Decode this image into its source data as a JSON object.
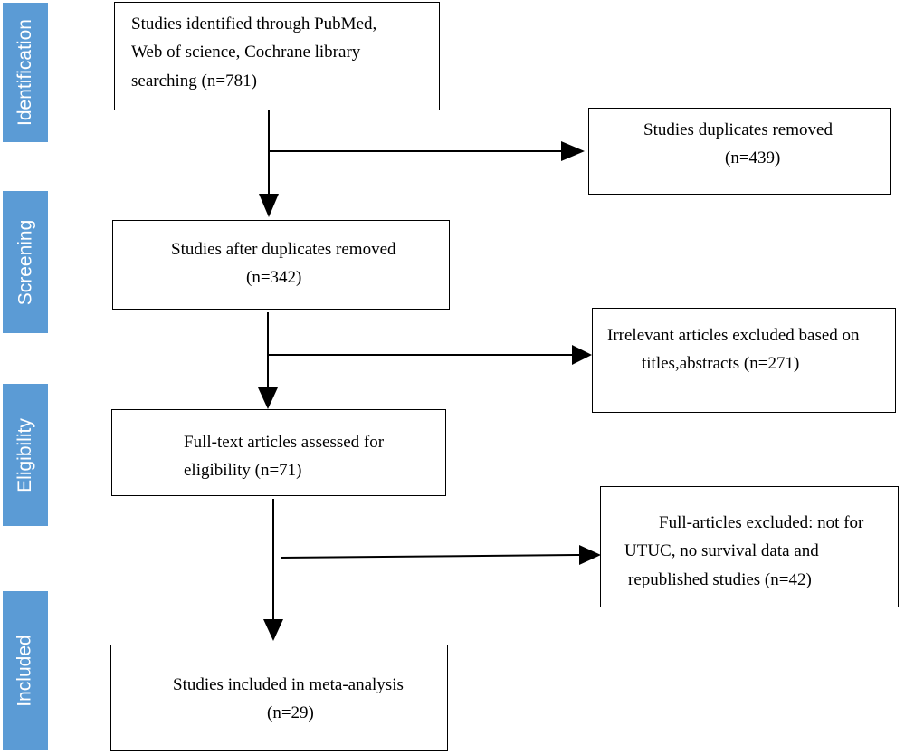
{
  "stages": [
    {
      "id": "identification",
      "label": "Identification"
    },
    {
      "id": "screening",
      "label": "Screening"
    },
    {
      "id": "eligibility",
      "label": "Eligibility"
    },
    {
      "id": "included",
      "label": "Included"
    }
  ],
  "boxes": {
    "identified": {
      "line1": "Studies identified through PubMed,",
      "line2": "Web of science, Cochrane library",
      "line3": "searching (n=781)"
    },
    "duplicates": {
      "line1": "Studies duplicates removed",
      "line2": "(n=439)"
    },
    "after_duplicates": {
      "line1": "Studies after duplicates removed",
      "line2": "(n=342)"
    },
    "irrelevant": {
      "line1": "Irrelevant articles excluded based on",
      "line2": "titles,abstracts (n=271)"
    },
    "full_text": {
      "line1": "Full-text articles assessed for",
      "line2": "eligibility (n=71)"
    },
    "full_excluded": {
      "line1": "Full-articles excluded: not for",
      "line2": "UTUC, no survival data and",
      "line3": "republished studies (n=42)"
    },
    "included": {
      "line1": "Studies included in meta-analysis",
      "line2": "(n=29)"
    }
  },
  "colors": {
    "stage_fill": "#5b9bd5",
    "stroke": "#000000"
  }
}
